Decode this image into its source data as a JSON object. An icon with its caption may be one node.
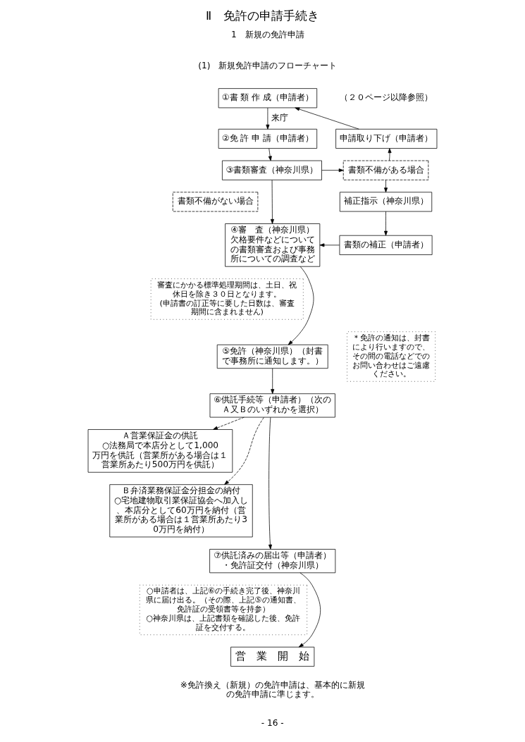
{
  "diagram": {
    "title": "Ⅱ　免許の申請手続き",
    "nodes": [
      {
        "text": [
          "①書 類 作 成（申請者）"
        ]
      },
      {
        "text": [
          "②免 許 申 請（申請者）"
        ]
      },
      {
        "text": [
          "申請取り下げ（申請者）"
        ]
      },
      {
        "text": [
          "③書類審査（神奈川県）"
        ]
      },
      {
        "text": [
          "書類不備がある場合"
        ]
      },
      {
        "text": [
          "書類不備がない場合"
        ]
      },
      {
        "text": [
          "④審　査（神奈川県）",
          "欠格要件などについての書類審査および事務所についての調査など"
        ]
      },
      {
        "text": [
          "補正指示（神奈川県）"
        ]
      },
      {
        "text": [
          "書類の補正（申請者）"
        ]
      },
      {
        "text": [
          "審査にかかる標準処理期間は、土日、祝休日を除き３０日となります。",
          "(申請書の訂正等に要した日数は、審査期間に含まれません)"
        ]
      },
      {
        "text": [
          "⑤免許（神奈川県）（封書で事務所に通知します。）"
        ]
      },
      {
        "text": [
          "＊免許の通知は、封書により行いますので、その間の電話などでのお問い合わせはご遠慮ください。"
        ]
      },
      {
        "text": [
          "⑥供託手続等（申請者）（次のＡ又Ｂのいずれかを選択）"
        ]
      },
      {
        "text": [
          "Ａ営業保証金の供託",
          "○法務局で本店分として1,000万円を供託（営業所がある場合は１営業所あたり500万円を供託）"
        ]
      },
      {
        "text": [
          "Ｂ弁済業務保証金分担金の納付",
          "○宅地建物取引業保証協会へ加入し、本店分として60万円を納付（営業所がある場合は１営業所あたり30万円を納付）"
        ]
      },
      {
        "text": [
          "⑦供託済みの届出等（申請者）・免許証交付（神奈川県）"
        ]
      },
      {
        "text": [
          "○申請者は、上記⑥の手続き完了後、神奈川県に届け出る。（その際、上記⑤の通知書、免許証の受領書等を持参）",
          "○神奈川県は、上記書類を確認した後、免許証を交付する。"
        ]
      },
      {
        "text": [
          "営　業　開　始"
        ]
      }
    ],
    "edges": [
      {
        "from": 0,
        "to": 1,
        "arrow": "to",
        "label": "来庁"
      },
      {
        "from": 1,
        "to": 3,
        "arrow": "to"
      },
      {
        "from": 3,
        "to": 4,
        "arrow": "to"
      },
      {
        "from": 4,
        "to": 2,
        "arrow": "to"
      },
      {
        "from": 2,
        "to": 0,
        "arrow": "to"
      },
      {
        "from": 4,
        "to": 7,
        "arrow": "to"
      },
      {
        "from": 7,
        "to": 8,
        "arrow": "to"
      },
      {
        "from": 8,
        "to": 6,
        "arrow": "to"
      },
      {
        "from": 3,
        "to": 6,
        "arrow": "to"
      },
      {
        "from": 6,
        "to": 10,
        "arrow": "to"
      },
      {
        "from": 10,
        "to": 12,
        "arrow": "to"
      },
      {
        "from": 12,
        "to": 13,
        "arrow": "to",
        "style": "dashed"
      },
      {
        "from": 12,
        "to": 14,
        "arrow": "to",
        "style": "dashed"
      },
      {
        "from": 12,
        "to": 15,
        "arrow": "to"
      },
      {
        "from": 15,
        "to": 17,
        "arrow": "to"
      }
    ],
    "labels": [
      "1　新規の免許申請",
      "(1)　新規免許申請のフローチャート",
      "（２０ページ以降参照）",
      "※免許換え（新規）の免許申請は、基本的に新規の免許申請に準じます。",
      "- 16 -"
    ]
  }
}
